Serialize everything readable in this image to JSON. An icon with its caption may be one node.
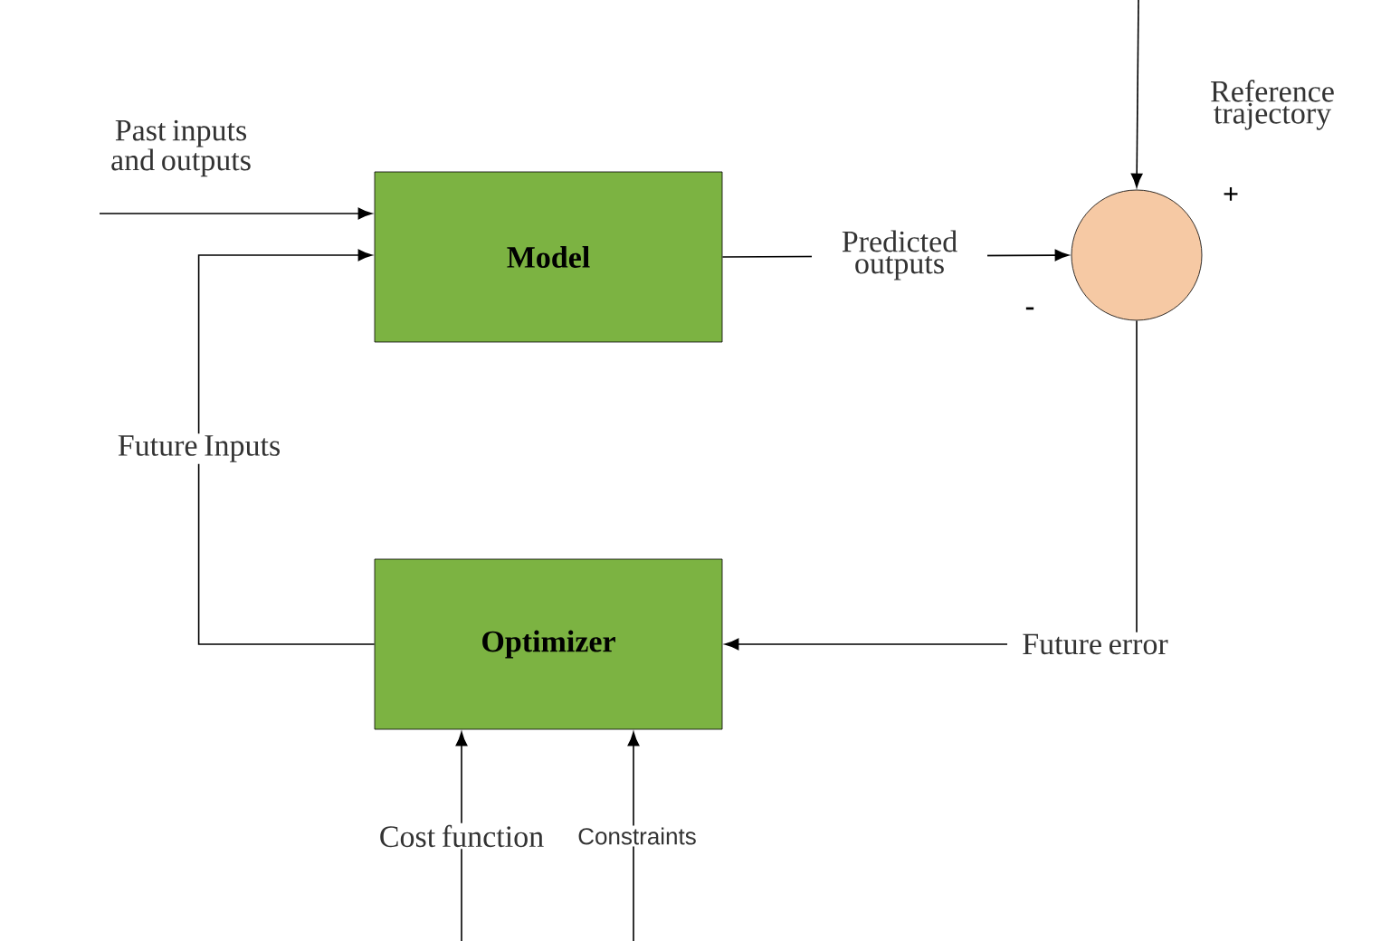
{
  "diagram": {
    "nodes": [
      {
        "text": [
          "Model"
        ]
      },
      {
        "text": [
          "Optimizer"
        ]
      },
      {
        "text": [],
        "shape": "circle"
      }
    ],
    "edges": [
      {
        "from": null,
        "to": 0,
        "arrow": "to",
        "label": "Past inputs and outputs"
      },
      {
        "from": 0,
        "to": 2,
        "arrow": "to",
        "label": "Predicted outputs"
      },
      {
        "from": null,
        "to": 2,
        "arrow": "to",
        "label": "Reference trajectory"
      },
      {
        "from": 2,
        "to": 1,
        "arrow": "to",
        "label": "Future error"
      },
      {
        "from": 1,
        "to": 0,
        "arrow": "to",
        "label": "Future Inputs"
      },
      {
        "from": null,
        "to": 1,
        "arrow": "to",
        "label": "Cost function"
      },
      {
        "from": null,
        "to": 1,
        "arrow": "to",
        "label": "Constraints"
      }
    ],
    "labels": [
      "+",
      "-"
    ]
  }
}
